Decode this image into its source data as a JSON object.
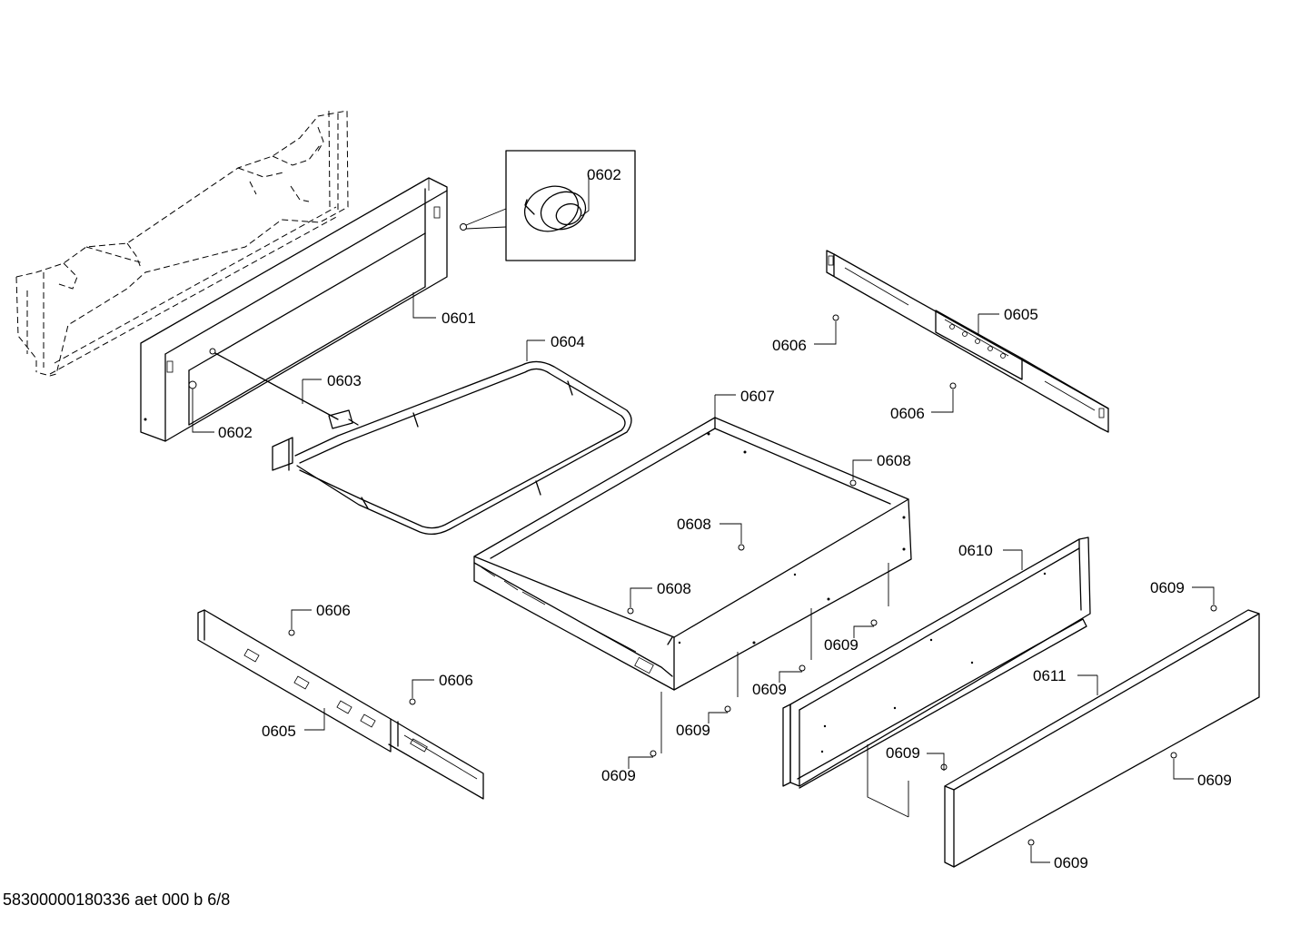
{
  "drawing": {
    "footer": "58300000180336 aet 000 b 6/8",
    "labels": {
      "l0602_detail": "0602",
      "l0602_frame": "0602",
      "l0601": "0601",
      "l0603": "0603",
      "l0604": "0604",
      "l0605_right": "0605",
      "l0606_right_a": "0606",
      "l0606_right_b": "0606",
      "l0607": "0607",
      "l0608_a": "0608",
      "l0608_b": "0608",
      "l0608_c": "0608",
      "l0610": "0610",
      "l0609_a": "0609",
      "l0609_b": "0609",
      "l0609_c": "0609",
      "l0609_d": "0609",
      "l0609_e": "0609",
      "l0609_f": "0609",
      "l0609_g": "0609",
      "l0609_h": "0609",
      "l0611": "0611",
      "l0606_left_a": "0606",
      "l0606_left_b": "0606",
      "l0605_left": "0605"
    }
  }
}
